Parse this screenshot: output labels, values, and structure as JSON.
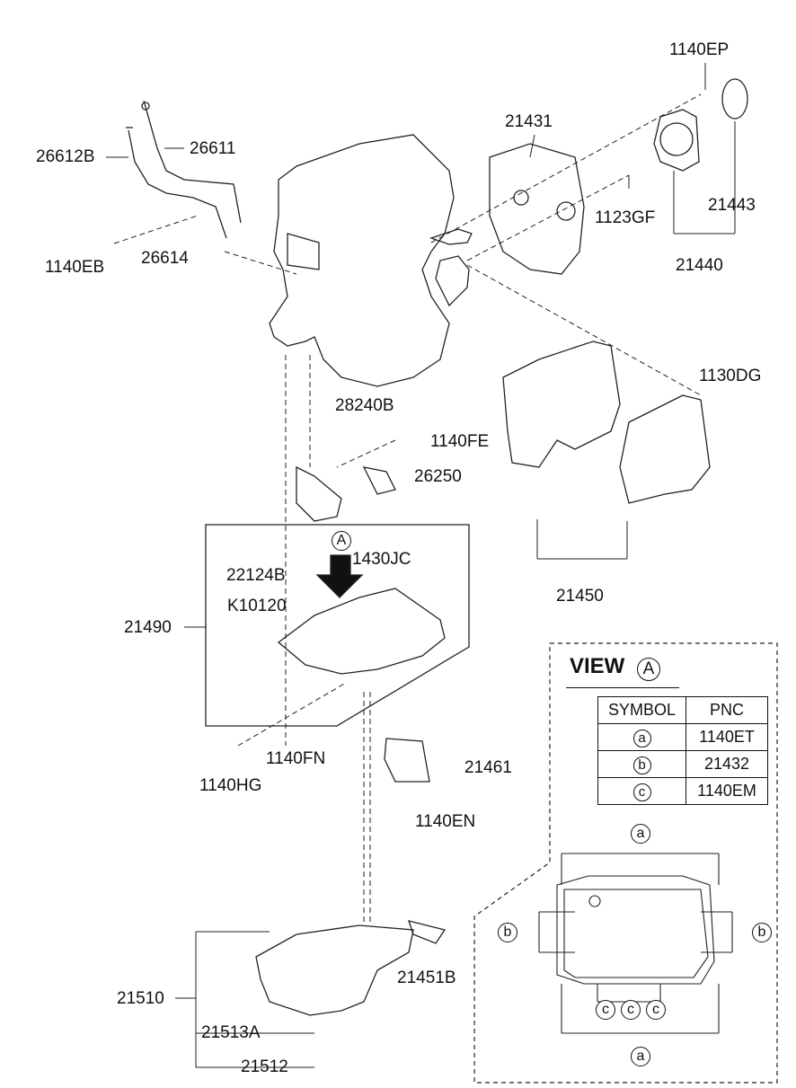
{
  "parts": {
    "p26612B": "26612B",
    "p26611": "26611",
    "p1140EB": "1140EB",
    "p26614": "26614",
    "p21431": "21431",
    "p1140EP": "1140EP",
    "p1123GF": "1123GF",
    "p21443": "21443",
    "p21440": "21440",
    "p1130DG": "1130DG",
    "p28240B": "28240B",
    "p1140FE": "1140FE",
    "p26250": "26250",
    "p21450": "21450",
    "p1430JC": "1430JC",
    "p22124B": "22124B",
    "pK10120": "K10120",
    "p21490": "21490",
    "p1140FN": "1140FN",
    "p21461": "21461",
    "p1140HG": "1140HG",
    "p1140EN": "1140EN",
    "p21451B": "21451B",
    "p21510": "21510",
    "p21513A": "21513A",
    "p21512": "21512"
  },
  "view": {
    "title": "VIEW",
    "marker": "A",
    "arrow_marker": "A",
    "headers": [
      "SYMBOL",
      "PNC"
    ],
    "rows": [
      {
        "symbol": "a",
        "pnc": "1140ET"
      },
      {
        "symbol": "b",
        "pnc": "21432"
      },
      {
        "symbol": "c",
        "pnc": "1140EM"
      }
    ],
    "callouts": {
      "top_a": "a",
      "left_b": "b",
      "right_b": "b",
      "c1": "c",
      "c2": "c",
      "c3": "c",
      "bottom_a": "a"
    }
  }
}
